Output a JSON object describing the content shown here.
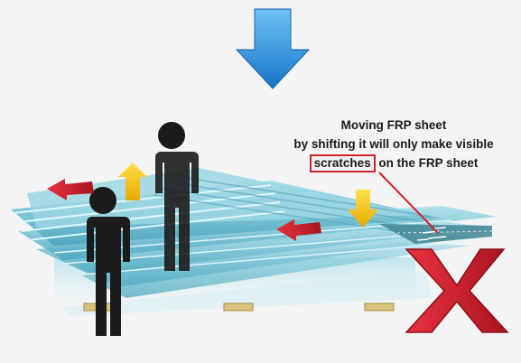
{
  "caption": {
    "line1": "Moving FRP sheet",
    "line2": "by shifting it will only make visible",
    "highlight": "scratches",
    "line3_rest": " on the FRP sheet"
  },
  "colors": {
    "background": "#f4f4f4",
    "blue_arrow": "#1f8fe0",
    "red_arrow": "#d3202e",
    "yellow_arrow": "#f2c200",
    "sheet": "#7fcadb",
    "person": "#1b1b1b",
    "spacer": "#d8c27a",
    "cross": "#d3202e"
  },
  "icons": {
    "pressure_arrow": "arrow-down-icon",
    "cross": "x-mark-icon"
  }
}
